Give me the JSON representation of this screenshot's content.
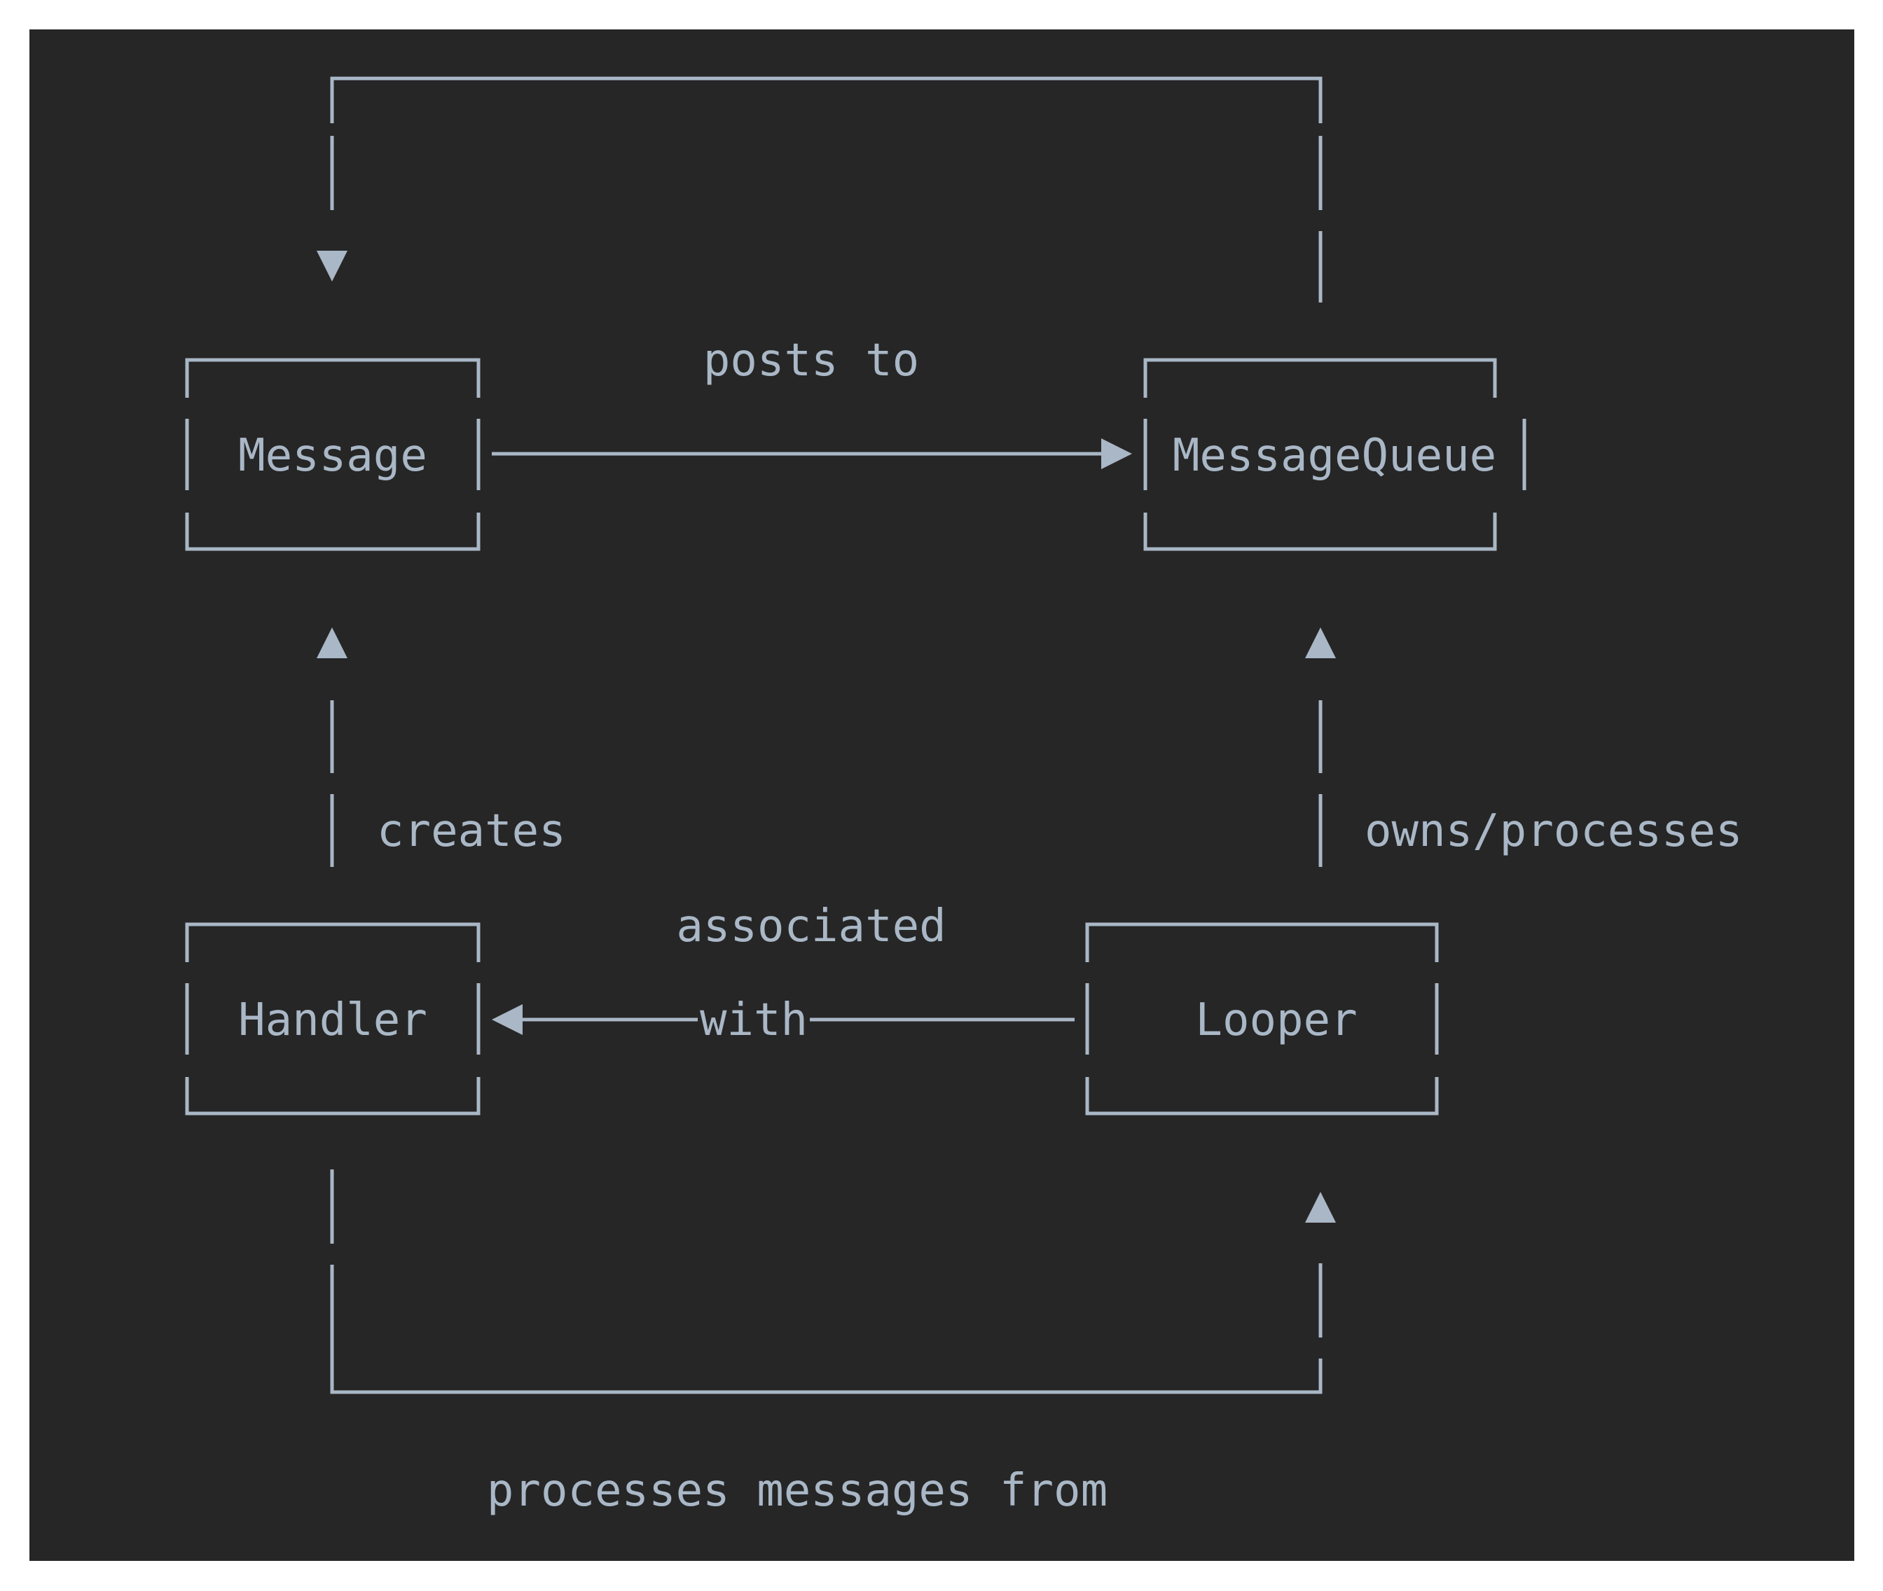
{
  "nodes": {
    "message": "Message",
    "queue": "MessageQueue",
    "handler": "Handler",
    "looper": "Looper"
  },
  "edges": {
    "posts_to": "posts to",
    "creates": "creates",
    "owns_processes": "owns/processes",
    "associated": "associated",
    "with": "with",
    "processes_from": "processes messages from"
  },
  "colors": {
    "background": "#262626",
    "foreground": "#a9b7c6"
  }
}
